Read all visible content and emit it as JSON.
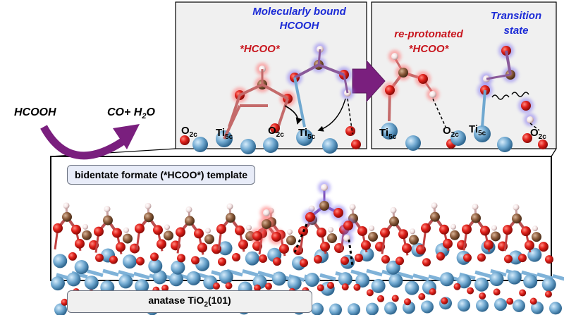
{
  "reaction": {
    "reactant": "HCOOH",
    "product": "CO+ H",
    "product_sub": "2",
    "product_tail": "O"
  },
  "left_panel": {
    "bound_title_line1": "Molecularly bound",
    "bound_title_line2": "HCOOH",
    "formate_label": "*HCOO*",
    "site_o2c_a": "O",
    "site_o2c_a_sub": "2c",
    "site_ti5c_a": "Ti",
    "site_ti5c_a_sub": "5c",
    "site_o2c_b": "O",
    "site_o2c_b_sub": "2c",
    "site_ti5c_b": "Ti",
    "site_ti5c_b_sub": "5c"
  },
  "right_panel": {
    "reprot_line1": "re-protonated",
    "reprot_line2": "*HCOO*",
    "ts_line1": "Transition",
    "ts_line2": "state",
    "site_ti5c_a": "Ti",
    "site_ti5c_a_sub": "5c",
    "site_o2c_a": "O",
    "site_o2c_a_sub": "2c",
    "site_ti5c_b": "Ti",
    "site_ti5c_b_sub": "5c",
    "site_o2c_b": "O",
    "site_o2c_b_sub": "2c"
  },
  "template_label": "bidentate formate (*HCOO*) template",
  "surface_label": "anatase TiO",
  "surface_sub": "2",
  "surface_tail": "(101)",
  "colors": {
    "oxygen": "#e0201a",
    "carbon": "#8a5a3a",
    "hydrogen": "#f3e3e3",
    "titanium": "#6fa8d0",
    "red_label": "#c8161e",
    "blue_label": "#1c2bd6",
    "arrow_purple": "#7a1f7e",
    "panel_fill": "#f0f0f0"
  }
}
